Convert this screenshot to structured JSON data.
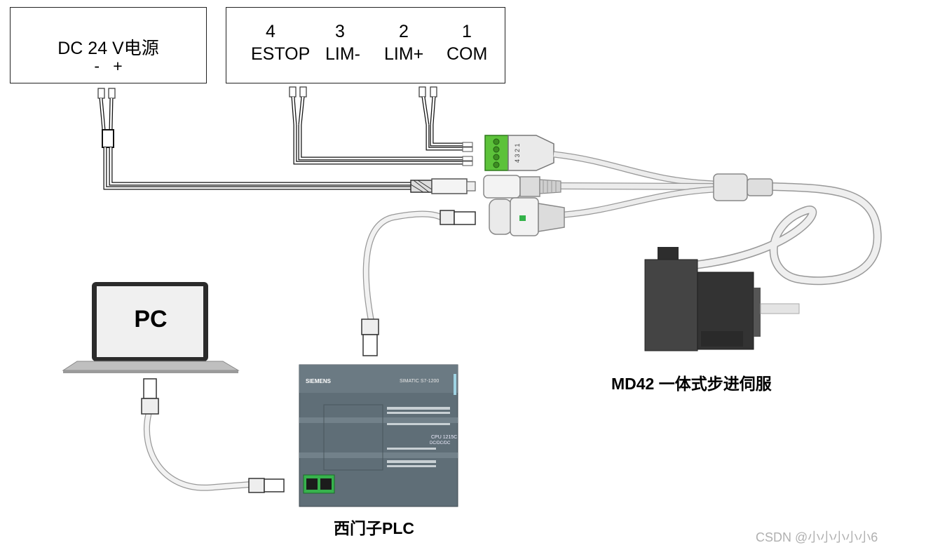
{
  "power_supply": {
    "title": "DC 24 V电源",
    "terminals": "-   +"
  },
  "io_terminal_block": {
    "pins": [
      {
        "num": "4",
        "name": "ESTOP"
      },
      {
        "num": "3",
        "name": "LIM-"
      },
      {
        "num": "2",
        "name": "LIM+"
      },
      {
        "num": "1",
        "name": "COM"
      }
    ]
  },
  "connector_pin_label": "4 3 2 1",
  "pc": {
    "label": "PC"
  },
  "plc": {
    "label": "西门子PLC",
    "brand": "SIEMENS",
    "model": "SIMATIC S7-1200",
    "cpu": "CPU 1215C",
    "cpu_variant": "DC/DC/DC"
  },
  "motor": {
    "label": "MD42 一体式步进伺服"
  },
  "watermark": "CSDN @小小小小小6",
  "colors": {
    "connector_green": "#5cc23a",
    "plc_body": "#5f6e77",
    "port_green": "#37b24d",
    "motor_dark": "#3a3a3a"
  }
}
